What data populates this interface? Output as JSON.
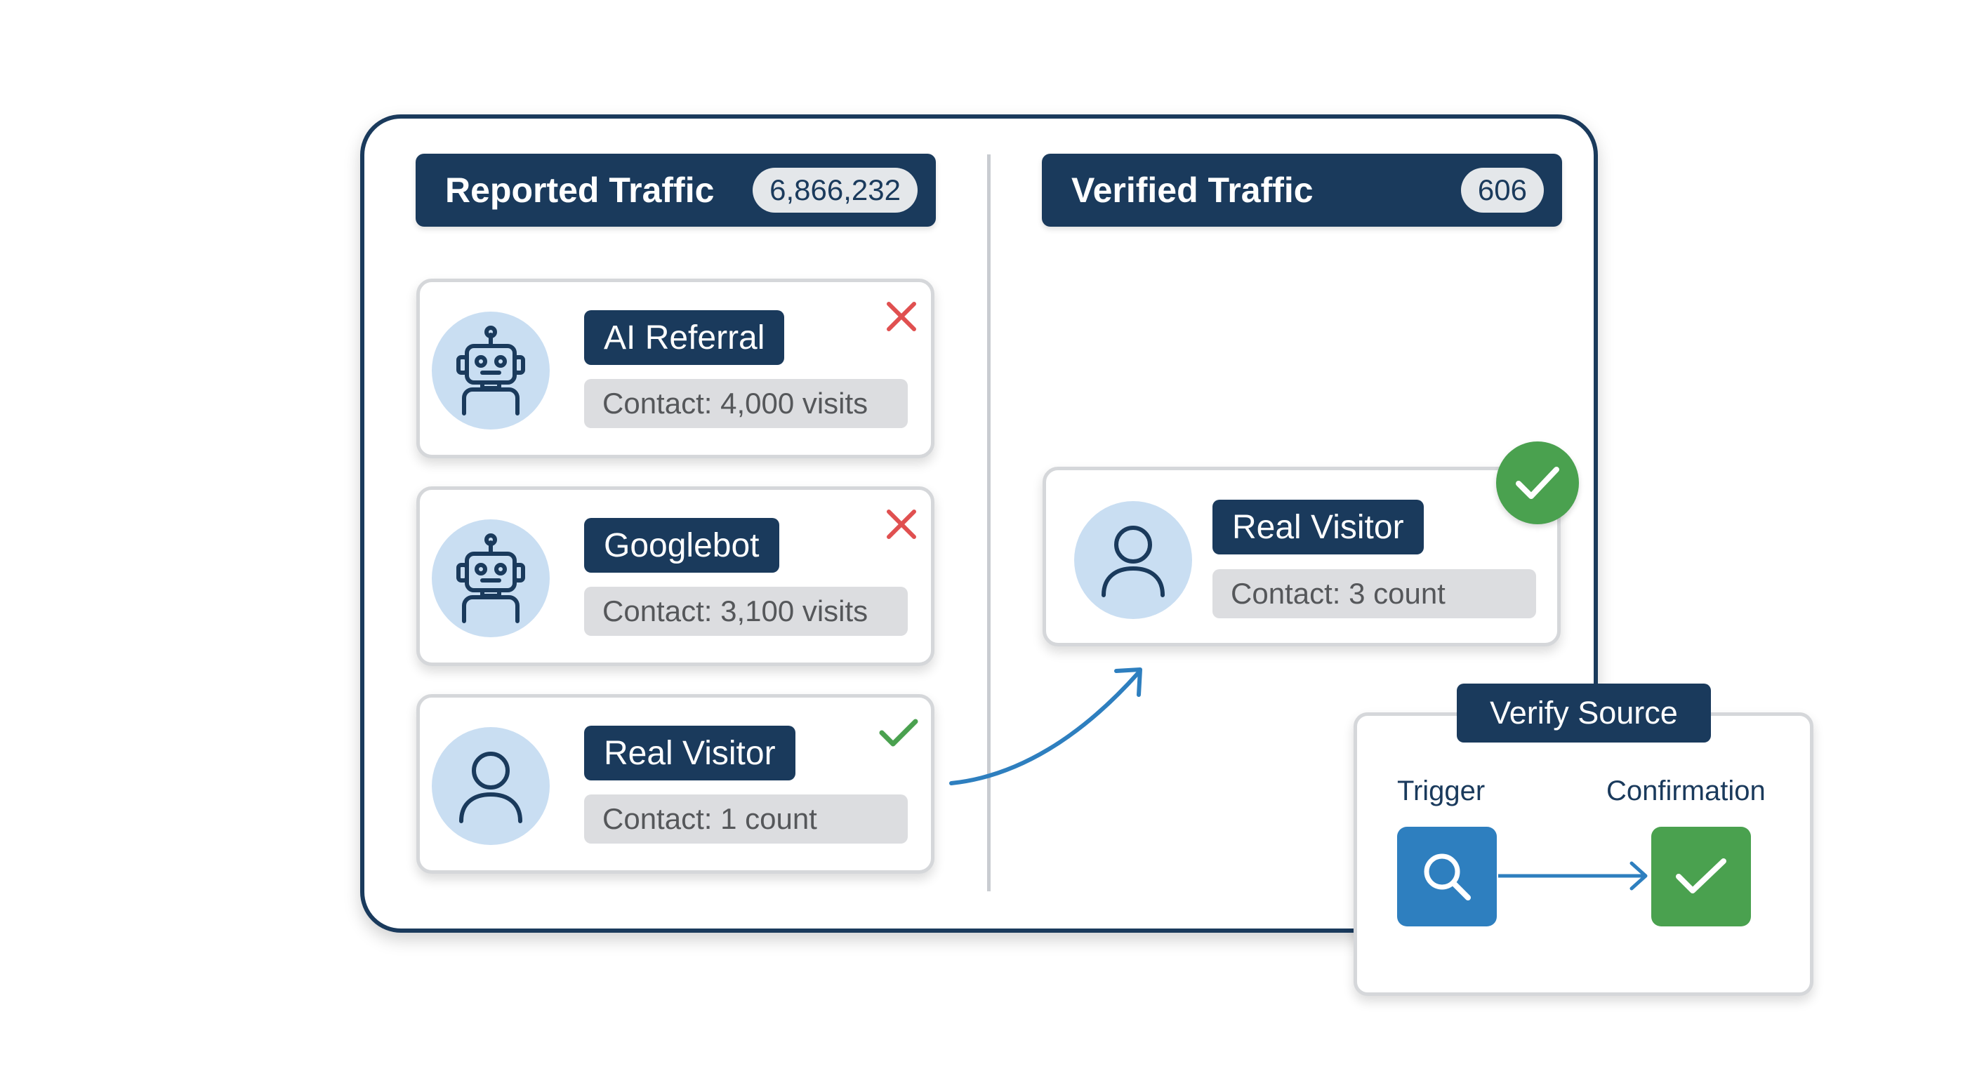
{
  "reported": {
    "title": "Reported Traffic",
    "count": "6,866,232",
    "cards": [
      {
        "label": "AI Referral",
        "stat": "Contact: 4,000 visits",
        "icon": "robot-icon",
        "status": "rejected-x-icon"
      },
      {
        "label": "Googlebot",
        "stat": "Contact: 3,100 visits",
        "icon": "robot-icon",
        "status": "rejected-x-icon"
      },
      {
        "label": "Real Visitor",
        "stat": "Contact: 1 count",
        "icon": "person-icon",
        "status": "approved-check-icon"
      }
    ]
  },
  "verified": {
    "title": "Verified Traffic",
    "count": "606",
    "card": {
      "label": "Real Visitor",
      "stat": "Contact: 3 count",
      "icon": "person-icon",
      "status": "verified-check-badge-icon"
    }
  },
  "verify_source": {
    "title": "Verify Source",
    "steps": [
      {
        "label": "Trigger",
        "icon": "search-icon"
      },
      {
        "label": "Confirmation",
        "icon": "check-icon"
      }
    ]
  },
  "colors": {
    "navy": "#1a3a5c",
    "avatar": "#c9def2",
    "reject_red": "#e05050",
    "approve_green": "#4aa14f",
    "trigger_blue": "#2e7fbf",
    "arrow_blue": "#2e7fbf"
  }
}
